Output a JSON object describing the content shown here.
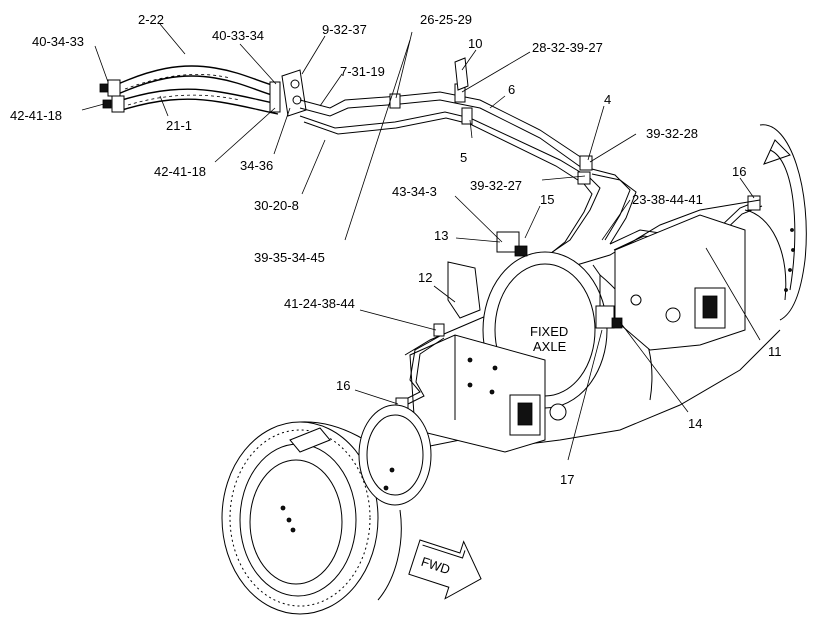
{
  "diagram": {
    "axle_label_line1": "FIXED",
    "axle_label_line2": "AXLE",
    "direction_label": "FWD",
    "callouts": [
      {
        "id": "c-2-22",
        "text": "2-22"
      },
      {
        "id": "c-40-34-33-left",
        "text": "40-34-33"
      },
      {
        "id": "c-42-41-18-left",
        "text": "42-41-18"
      },
      {
        "id": "c-21-1",
        "text": "21-1"
      },
      {
        "id": "c-40-33-34",
        "text": "40-33-34"
      },
      {
        "id": "c-9-32-37",
        "text": "9-32-37"
      },
      {
        "id": "c-26-25-29",
        "text": "26-25-29"
      },
      {
        "id": "c-10",
        "text": "10"
      },
      {
        "id": "c-28-32-39-27",
        "text": "28-32-39-27"
      },
      {
        "id": "c-7-31-19",
        "text": "7-31-19"
      },
      {
        "id": "c-6",
        "text": "6"
      },
      {
        "id": "c-4",
        "text": "4"
      },
      {
        "id": "c-39-32-28",
        "text": "39-32-28"
      },
      {
        "id": "c-5",
        "text": "5"
      },
      {
        "id": "c-42-41-18-mid",
        "text": "42-41-18"
      },
      {
        "id": "c-34-36",
        "text": "34-36"
      },
      {
        "id": "c-30-20-8",
        "text": "30-20-8"
      },
      {
        "id": "c-39-32-27",
        "text": "39-32-27"
      },
      {
        "id": "c-43-34-3",
        "text": "43-34-3"
      },
      {
        "id": "c-15",
        "text": "15"
      },
      {
        "id": "c-16-right",
        "text": "16"
      },
      {
        "id": "c-23-38-44-41",
        "text": "23-38-44-41"
      },
      {
        "id": "c-13",
        "text": "13"
      },
      {
        "id": "c-39-35-34-45",
        "text": "39-35-34-45"
      },
      {
        "id": "c-12",
        "text": "12"
      },
      {
        "id": "c-41-24-38-44",
        "text": "41-24-38-44"
      },
      {
        "id": "c-11",
        "text": "11"
      },
      {
        "id": "c-16-left",
        "text": "16"
      },
      {
        "id": "c-14",
        "text": "14"
      },
      {
        "id": "c-17",
        "text": "17"
      }
    ]
  }
}
